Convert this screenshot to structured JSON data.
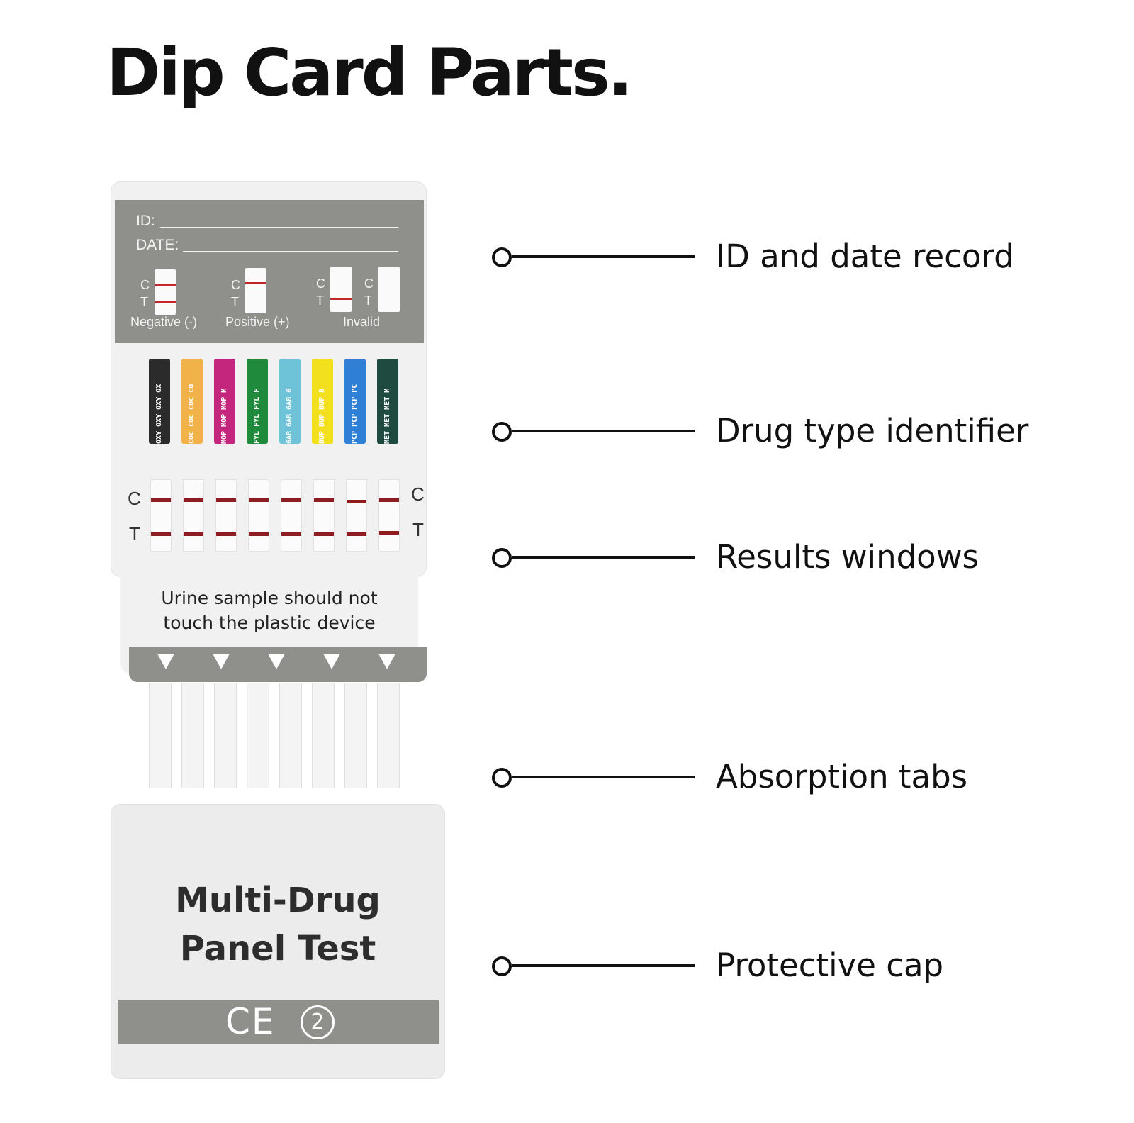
{
  "title": "Dip Card Parts.",
  "device": {
    "id_label": "ID:",
    "date_label": "DATE:",
    "legend": [
      {
        "label": "Negative (-)",
        "c_letter": "C",
        "t_letter": "T"
      },
      {
        "label": "Positive (+)",
        "c_letter": "C",
        "t_letter": "T"
      },
      {
        "label": "Invalid",
        "c_letter": "C",
        "t_letter": "T",
        "second_c_letter": "C",
        "second_t_letter": "T"
      }
    ],
    "drug_strips": [
      {
        "code": "OXY OXY OXY OX",
        "color": "#2b2b2b"
      },
      {
        "code": "COC COC COC CO",
        "color": "#f2b24a"
      },
      {
        "code": "MOP MOP MOP M",
        "color": "#c4267d"
      },
      {
        "code": "FYL FYL FYL F",
        "color": "#1f8a3b"
      },
      {
        "code": "GAB GAB GAB G",
        "color": "#6fc3d8"
      },
      {
        "code": "BUP BUP BUP B",
        "color": "#f2e01f"
      },
      {
        "code": "PCP PCP PCP PC",
        "color": "#2f7fd6"
      },
      {
        "code": "MET MET MET M",
        "color": "#1e4a40"
      }
    ],
    "result_c": "C",
    "result_t": "T",
    "warning_line1": "Urine sample should not",
    "warning_line2": "touch the plastic device",
    "cap_line1": "Multi-Drug",
    "cap_line2": "Panel Test",
    "ce_mark": "CE",
    "no_reuse_symbol": "2"
  },
  "callouts": [
    {
      "label": "ID and date record"
    },
    {
      "label": "Drug type identifier"
    },
    {
      "label": "Results windows"
    },
    {
      "label": "Absorption tabs"
    },
    {
      "label": "Protective cap"
    }
  ],
  "colors": {
    "panel_gray": "#8f8f8c",
    "line_red": "#c0272d",
    "result_red": "#8e1d20"
  }
}
